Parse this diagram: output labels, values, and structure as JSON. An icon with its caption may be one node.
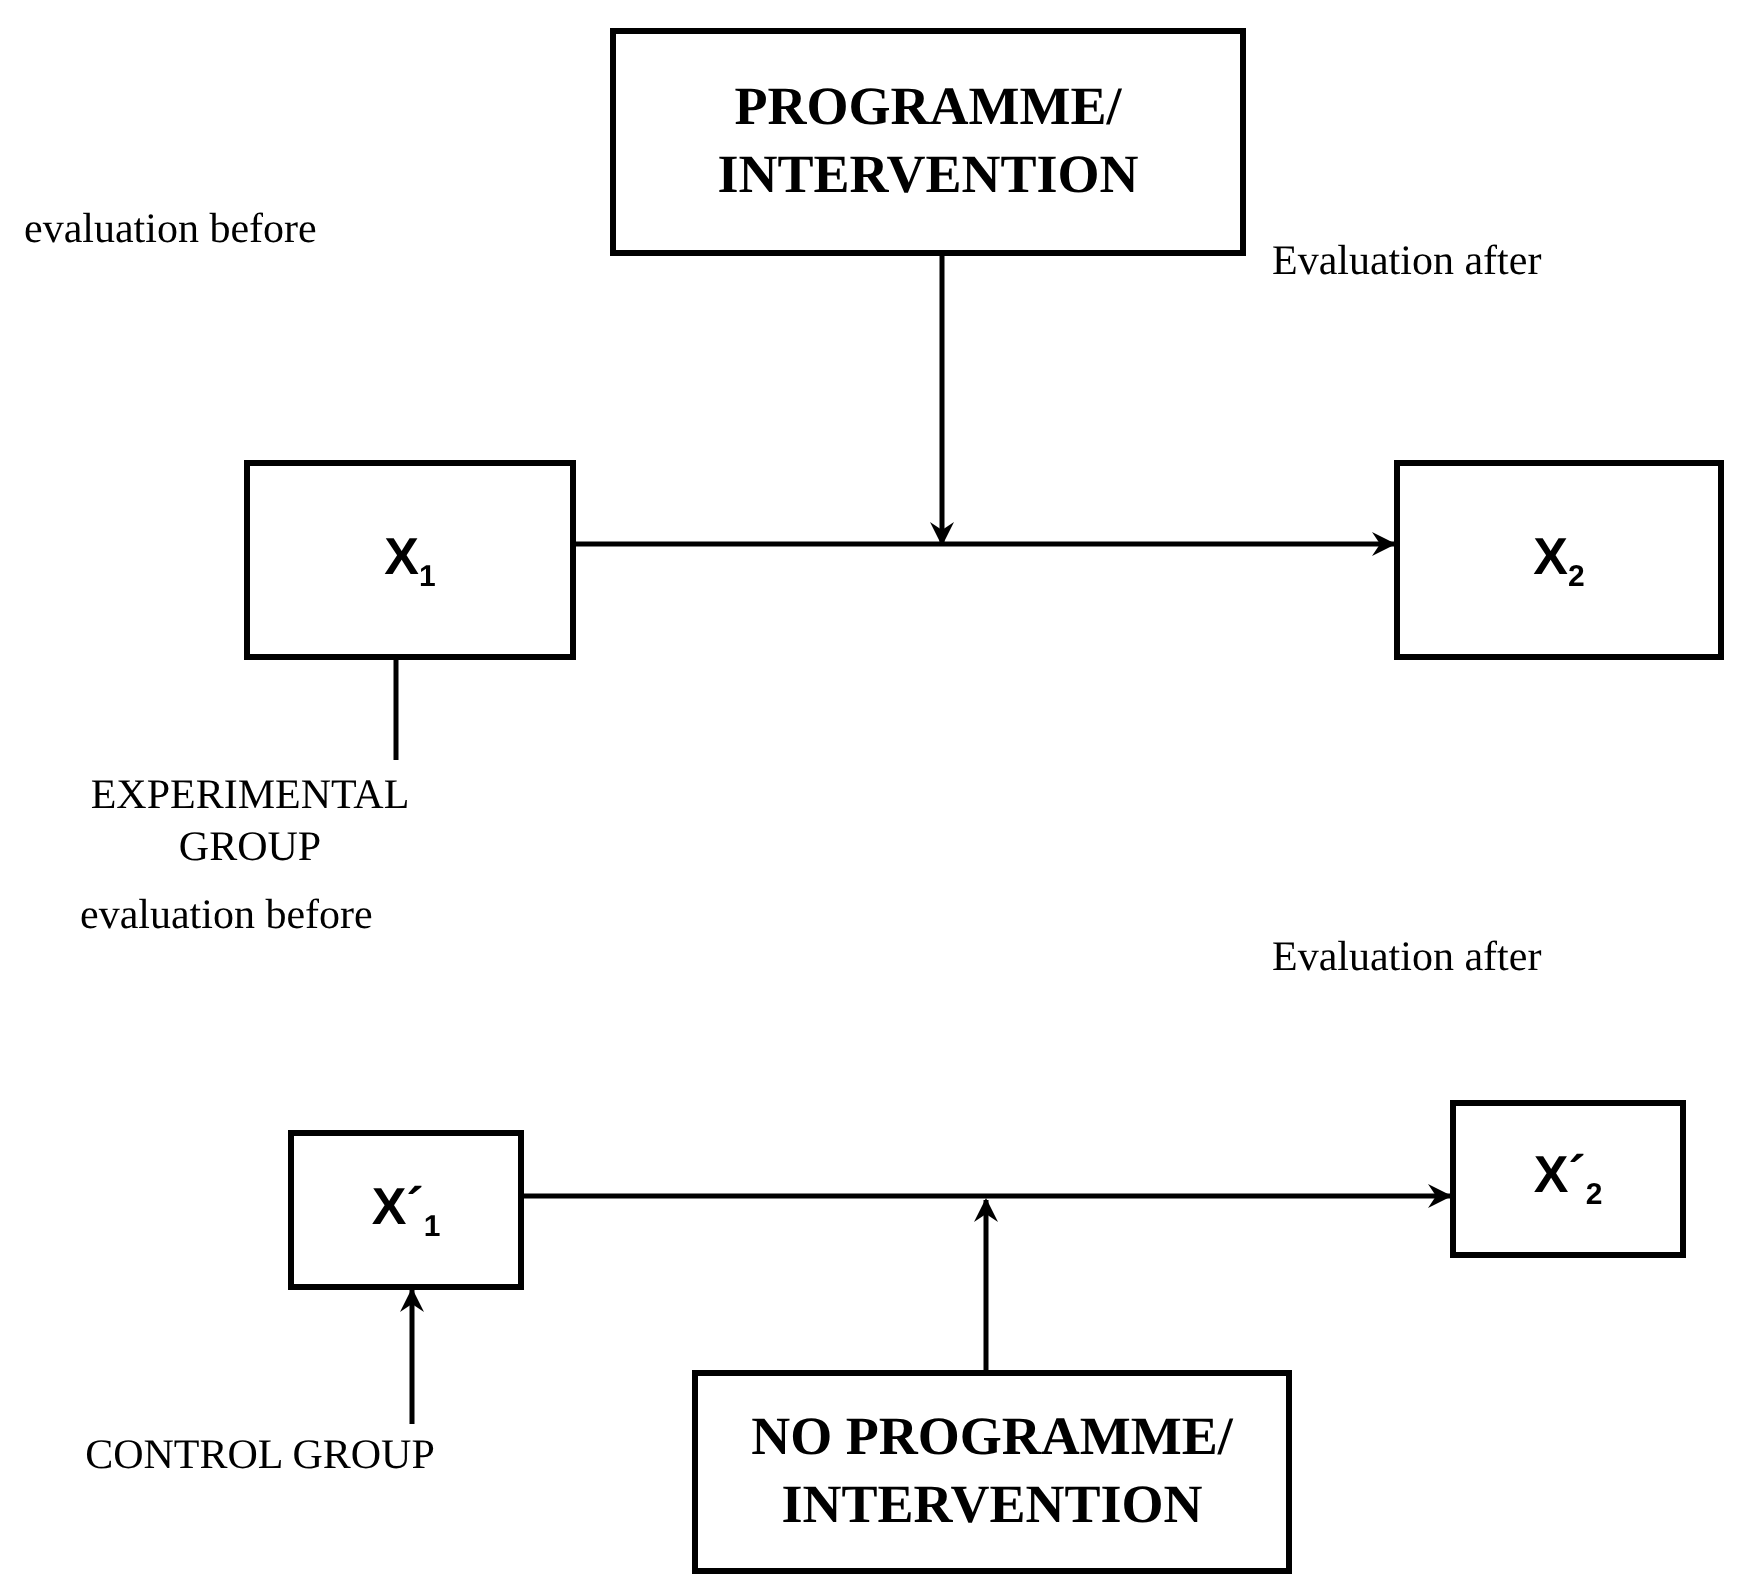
{
  "diagram": {
    "nodes": [
      {
        "text": [
          "PROGRAMME/ INTERVENTION"
        ]
      },
      {
        "text": [
          "X$_{1}$"
        ]
      },
      {
        "text": [
          "X$_{2}$"
        ]
      },
      {
        "text": [
          "EXPERIMENTAL GROUP"
        ]
      },
      {
        "text": [
          "X´$_{1}$"
        ]
      },
      {
        "text": [
          "X´$_{2}$"
        ]
      },
      {
        "text": [
          "CONTROL GROUP"
        ]
      },
      {
        "text": [
          "NO PROGRAMME/ INTERVENTION"
        ]
      }
    ],
    "edges": [
      {
        "from": 1,
        "to": 2,
        "arrow": "to"
      },
      {
        "from": 0,
        "to": null,
        "arrow": "to"
      },
      {
        "from": 3,
        "to": 1,
        "arrow": "none"
      },
      {
        "from": 4,
        "to": 5,
        "arrow": "to"
      },
      {
        "from": 6,
        "to": 4,
        "arrow": "to"
      },
      {
        "from": 7,
        "to": null,
        "arrow": "to"
      }
    ],
    "labels": [
      "evaluation before",
      "Evaluation after",
      "evaluation before",
      "Evaluation after"
    ]
  }
}
